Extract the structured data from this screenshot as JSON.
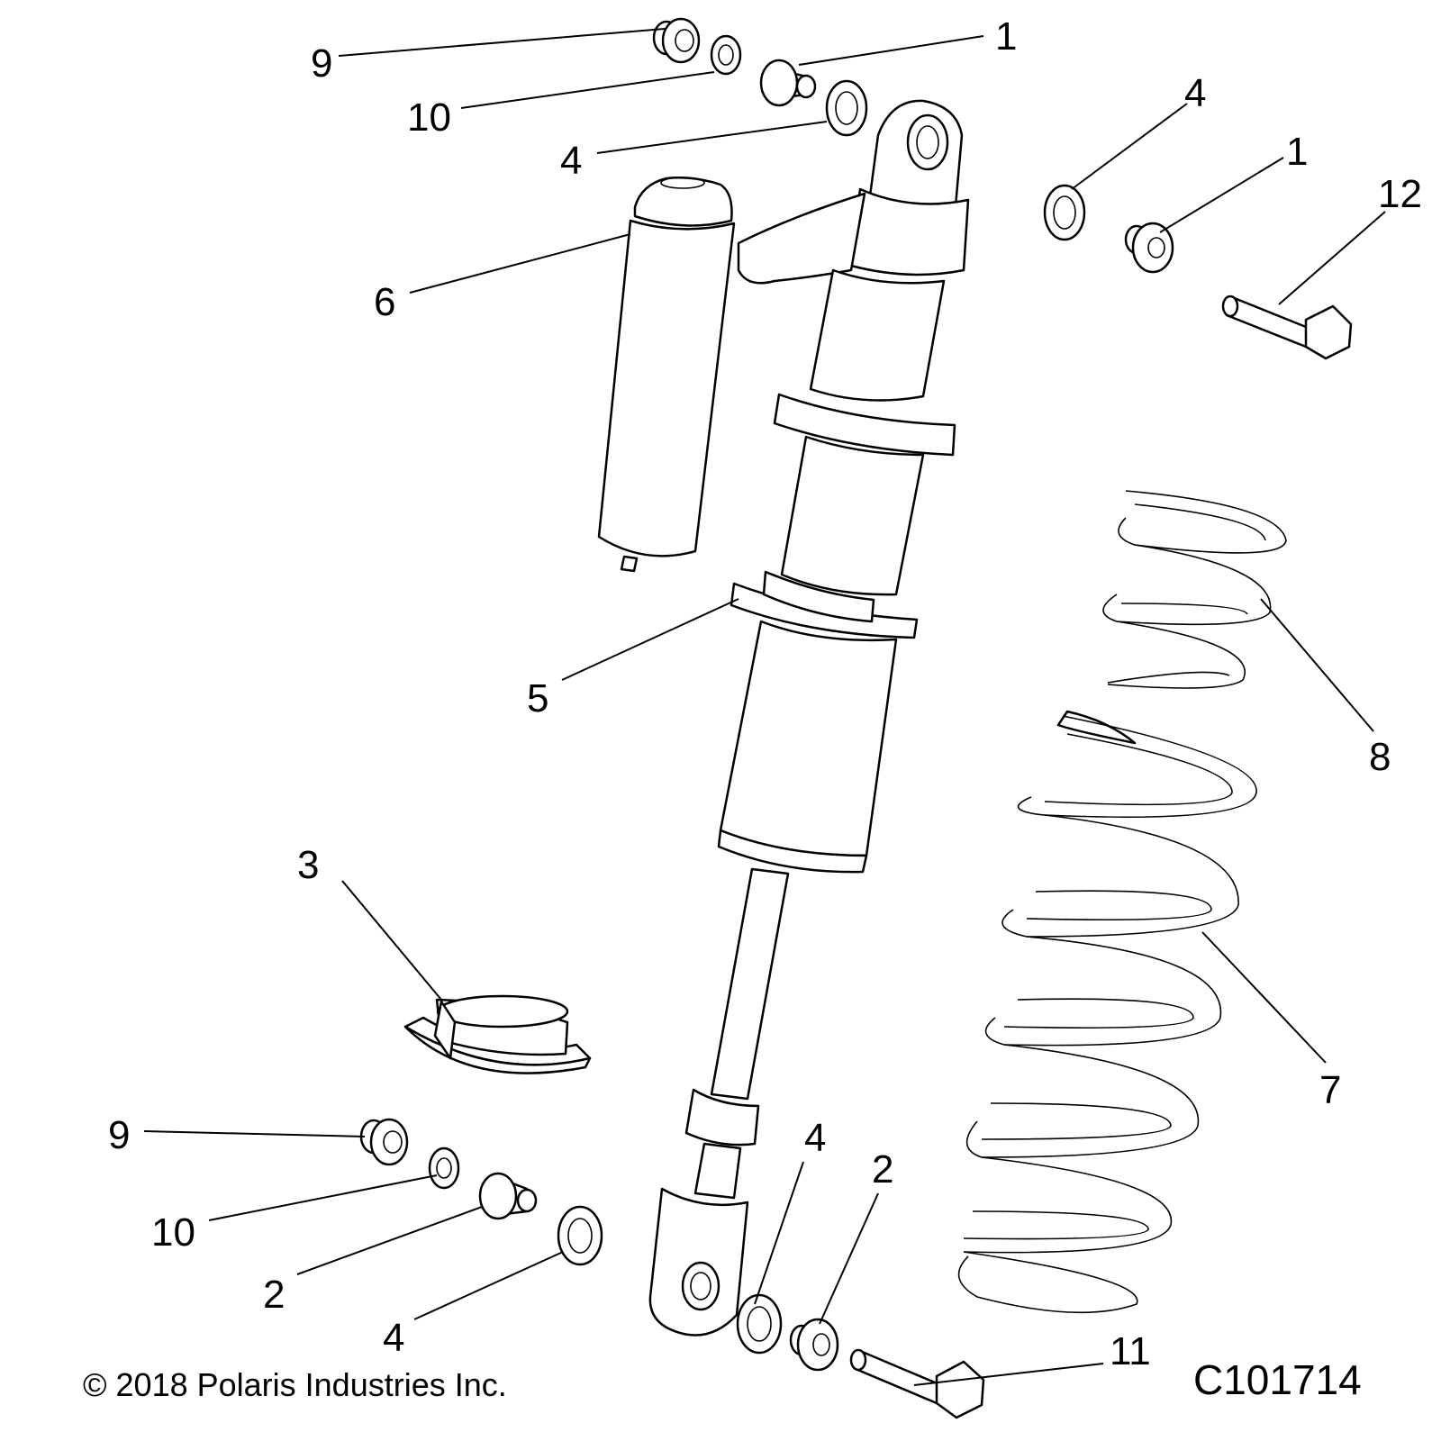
{
  "diagram": {
    "callouts": [
      {
        "id": "c1a",
        "label": "1"
      },
      {
        "id": "c1b",
        "label": "1"
      },
      {
        "id": "c2a",
        "label": "2"
      },
      {
        "id": "c2b",
        "label": "2"
      },
      {
        "id": "c3",
        "label": "3"
      },
      {
        "id": "c4a",
        "label": "4"
      },
      {
        "id": "c4b",
        "label": "4"
      },
      {
        "id": "c4c",
        "label": "4"
      },
      {
        "id": "c4d",
        "label": "4"
      },
      {
        "id": "c5",
        "label": "5"
      },
      {
        "id": "c6",
        "label": "6"
      },
      {
        "id": "c7",
        "label": "7"
      },
      {
        "id": "c8",
        "label": "8"
      },
      {
        "id": "c9a",
        "label": "9"
      },
      {
        "id": "c9b",
        "label": "9"
      },
      {
        "id": "c10a",
        "label": "10"
      },
      {
        "id": "c10b",
        "label": "10"
      },
      {
        "id": "c11",
        "label": "11"
      },
      {
        "id": "c12",
        "label": "12"
      }
    ],
    "copyright": "© 2018 Polaris Industries Inc.",
    "figure_code": "C101714"
  },
  "colors": {
    "line": "#000000",
    "fill": "#ffffff",
    "shade": "#e6e6e6"
  }
}
